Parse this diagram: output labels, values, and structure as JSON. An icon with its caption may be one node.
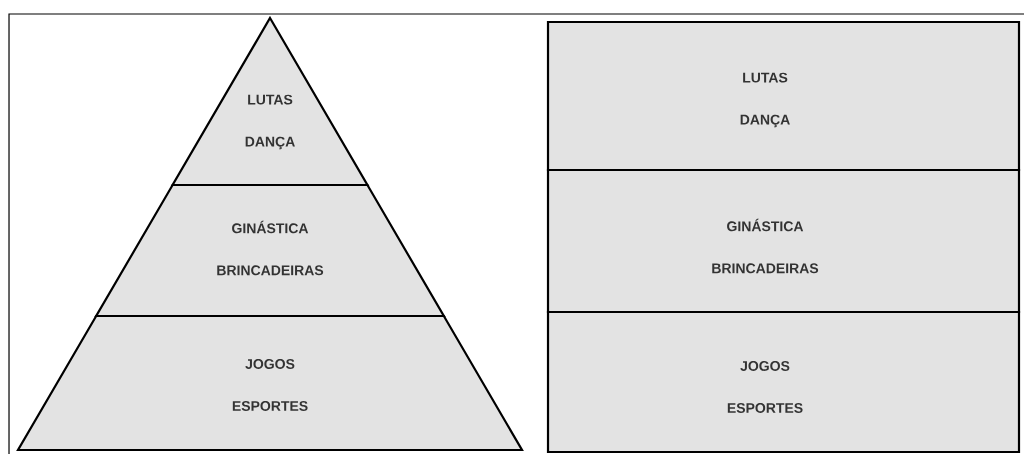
{
  "diagram": {
    "nodes": [
      {
        "text": [
          "LUTAS",
          "DANÇA"
        ]
      },
      {
        "text": [
          "GINÁSTICA",
          "BRINCADEIRAS"
        ]
      },
      {
        "text": [
          "JOGOS",
          "ESPORTES"
        ]
      },
      {
        "text": [
          "LUTAS",
          "DANÇA"
        ]
      },
      {
        "text": [
          "GINÁSTICA",
          "BRINCADEIRAS"
        ]
      },
      {
        "text": [
          "JOGOS",
          "ESPORTES"
        ]
      }
    ]
  }
}
